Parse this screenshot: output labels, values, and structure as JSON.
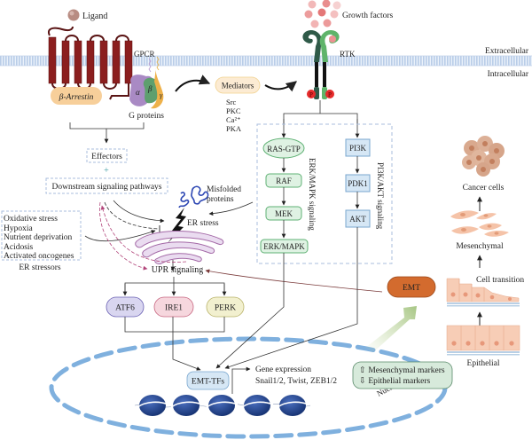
{
  "membrane": {
    "extracellular": "Extracellular",
    "intracellular": "Intracellular"
  },
  "gpcr": {
    "ligand": "Ligand",
    "receptor": "GPCR",
    "arrestin": "β-Arrestin",
    "alpha": "α",
    "beta": "β",
    "gamma": "γ",
    "g_proteins": "G proteins"
  },
  "mediators": {
    "label": "Mediators",
    "items": [
      "Src",
      "PKC",
      "Ca²⁺",
      "PKA"
    ]
  },
  "rtk": {
    "growth_factors": "Growth factors",
    "receptor": "RTK",
    "phospho": "P"
  },
  "effectors": {
    "label": "Effectors",
    "plus": "+",
    "downstream": "Downstream signaling pathways"
  },
  "misfolded": {
    "line1": "Misfolded",
    "line2": "proteins"
  },
  "er": {
    "stress": "ER stress",
    "stressors_title": "ER stressors",
    "stressors": [
      "Oxidative stress",
      "Hypoxia",
      "Nutrient deprivation",
      "Acidosis",
      "Activated oncogenes"
    ]
  },
  "erk_pathway": {
    "title": "ERK/MAPK signaling",
    "nodes": [
      "RAS-GTP",
      "RAF",
      "MEK",
      "ERK/MAPK"
    ]
  },
  "pi3k_pathway": {
    "title": "PI3K/AKT signaling",
    "nodes": [
      "PI3K",
      "PDK1",
      "AKT"
    ]
  },
  "upr": {
    "label": "UPR signaling",
    "branches": [
      "ATF6",
      "IRE1",
      "PERK"
    ]
  },
  "emt": {
    "label": "EMT",
    "tfs": "EMT-TFs",
    "gene_expression": "Gene expression",
    "genes": "Snail1/2, Twist, ZEB1/2",
    "markers": [
      "⇧ Mesenchymal markers",
      "⇩ Epithelial markers"
    ],
    "nucleus": "Nucleus"
  },
  "cells": {
    "cancer": "Cancer cells",
    "mesenchymal": "Mesenchymal",
    "transition": "Cell transition",
    "epithelial": "Epithelial"
  },
  "colors": {
    "gpcr": "#8b1e1e",
    "membrane": "#c9d8ee",
    "erk_fill": "#dff2e3",
    "erk_stroke": "#5fb174",
    "pi3k_fill": "#d6e7f5",
    "pi3k_stroke": "#7aa7cf",
    "atf6": "#d9d6f0",
    "ire1": "#f6d7de",
    "perk": "#f2f0cf",
    "emt": "#d36b2e",
    "nucleus": "#7fb0de",
    "er": "#c89bc6",
    "dashed_box": "#a9bede"
  }
}
